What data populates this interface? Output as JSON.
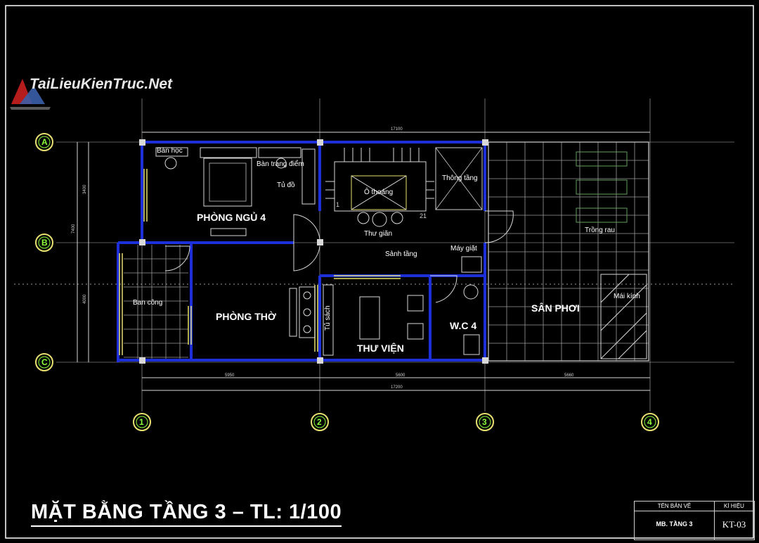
{
  "logo": {
    "text": "TaiLieuKienTruc.Net"
  },
  "drawing_title": "MẶT BẰNG TẦNG 3 – TL: 1/100",
  "axes": {
    "rows": [
      "A",
      "B",
      "C"
    ],
    "cols": [
      "1",
      "2",
      "3",
      "4"
    ]
  },
  "dimensions": {
    "top_total": "17100",
    "bottom_total": "17200",
    "bottom_segments": [
      "5950",
      "5600",
      "5660"
    ],
    "left_total": "7400",
    "left_upper": "3400",
    "left_lower": "4000"
  },
  "rooms": {
    "bedroom": "PHÒNG NGỦ 4",
    "desk": "Bàn học",
    "dresser": "Bàn trang điểm",
    "wardrobe": "Tủ đồ",
    "lightwell": "Ô thoáng",
    "vent_shaft": "Thông tầng",
    "stair_start": "1",
    "stair_end": "21",
    "relax": "Thư giãn",
    "hall": "Sảnh tầng",
    "washer": "Máy giặt",
    "balcony": "Ban công",
    "altar_room": "PHÒNG THỜ",
    "bookcase": "Tủ sách",
    "library": "THƯ VIỆN",
    "wc": "W.C 4",
    "garden": "Trồng rau",
    "terrace": "SÂN PHƠI",
    "glass_roof": "Mái kính"
  },
  "title_block": {
    "name_header": "TÊN BẢN VẼ",
    "code_header": "KÍ HIỆU",
    "name_value": "MB. TẦNG 3",
    "code_value": "KT-03"
  }
}
